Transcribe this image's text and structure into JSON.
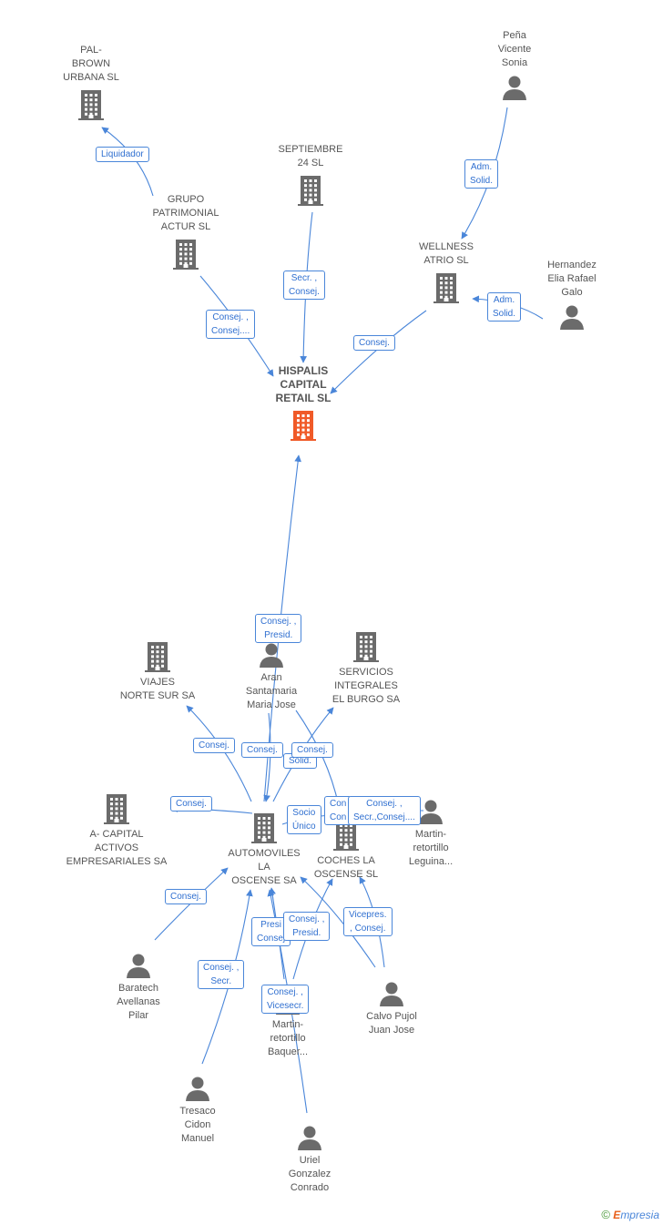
{
  "colors": {
    "edge": "#4a86d9",
    "node_gray": "#6b6b6b",
    "focus": "#f05a28",
    "badge_text": "#2f6fd0"
  },
  "nodes": [
    {
      "id": "pal",
      "kind": "company",
      "lines": [
        "PAL-",
        "BROWN",
        "URBANA SL"
      ]
    },
    {
      "id": "grupo",
      "kind": "company",
      "lines": [
        "GRUPO",
        "PATRIMONIAL",
        "ACTUR SL"
      ]
    },
    {
      "id": "sept",
      "kind": "company",
      "lines": [
        "SEPTIEMBRE",
        "24  SL"
      ]
    },
    {
      "id": "pena",
      "kind": "person",
      "lines": [
        "Peña",
        "Vicente",
        "Sonia"
      ]
    },
    {
      "id": "wellness",
      "kind": "company",
      "lines": [
        "WELLNESS",
        "ATRIO SL"
      ]
    },
    {
      "id": "hernandez",
      "kind": "person",
      "lines": [
        "Hernandez",
        "Elia Rafael",
        "Galo"
      ]
    },
    {
      "id": "hispalis",
      "kind": "focus",
      "lines": [
        "HISPALIS",
        "CAPITAL",
        "RETAIL  SL"
      ]
    },
    {
      "id": "viajes",
      "kind": "company",
      "lines": [
        "VIAJES",
        "NORTE SUR SA"
      ]
    },
    {
      "id": "aran",
      "kind": "person",
      "lines": [
        "Aran",
        "Santamaria",
        "Maria Jose"
      ]
    },
    {
      "id": "servicios",
      "kind": "company",
      "lines": [
        "SERVICIOS",
        "INTEGRALES",
        "EL BURGO SA"
      ]
    },
    {
      "id": "acapital",
      "kind": "company",
      "lines": [
        "A- CAPITAL",
        "ACTIVOS",
        "EMPRESARIALES SA"
      ]
    },
    {
      "id": "automoviles",
      "kind": "company",
      "lines": [
        "AUTOMOVILES",
        "LA",
        "OSCENSE SA"
      ]
    },
    {
      "id": "coches",
      "kind": "company",
      "lines": [
        "COCHES LA",
        "OSCENSE SL"
      ]
    },
    {
      "id": "martinleg",
      "kind": "person",
      "lines": [
        "Martin-",
        "retortillo",
        "Leguina..."
      ]
    },
    {
      "id": "baratech",
      "kind": "person",
      "lines": [
        "Baratech",
        "Avellanas",
        "Pilar"
      ]
    },
    {
      "id": "calvo",
      "kind": "person",
      "lines": [
        "Calvo Pujol",
        "Juan Jose"
      ]
    },
    {
      "id": "martinbaq",
      "kind": "person",
      "lines": [
        "Martin-",
        "retortillo",
        "Baquer..."
      ]
    },
    {
      "id": "tresaco",
      "kind": "person",
      "lines": [
        "Tresaco",
        "Cidon",
        "Manuel"
      ]
    },
    {
      "id": "uriel",
      "kind": "person",
      "lines": [
        "Uriel",
        "Gonzalez",
        "Conrado"
      ]
    }
  ],
  "badges": [
    {
      "id": "b1",
      "lines": [
        "Liquidador"
      ]
    },
    {
      "id": "b2",
      "lines": [
        "Adm.",
        "Solid."
      ]
    },
    {
      "id": "b3",
      "lines": [
        "Secr. ,",
        "Consej."
      ]
    },
    {
      "id": "b4",
      "lines": [
        "Adm.",
        "Solid."
      ]
    },
    {
      "id": "b5",
      "lines": [
        "Consej. ,",
        "Consej...."
      ]
    },
    {
      "id": "b6",
      "lines": [
        "Consej."
      ]
    },
    {
      "id": "b7",
      "lines": [
        "Consej. ,",
        "Presid."
      ]
    },
    {
      "id": "b8",
      "lines": [
        "Consej."
      ]
    },
    {
      "id": "b9",
      "lines": [
        "Consej."
      ]
    },
    {
      "id": "b10",
      "lines": [
        "Solid."
      ]
    },
    {
      "id": "b11",
      "lines": [
        "Consej."
      ]
    },
    {
      "id": "b12",
      "lines": [
        "Consej."
      ]
    },
    {
      "id": "b13",
      "lines": [
        "Socio",
        "Único"
      ]
    },
    {
      "id": "b14",
      "lines": [
        "Con",
        "Con"
      ]
    },
    {
      "id": "b15",
      "lines": [
        "Consej. ,",
        "Secr.,Consej...."
      ]
    },
    {
      "id": "b16",
      "lines": [
        "Consej."
      ]
    },
    {
      "id": "b17",
      "lines": [
        "Presi",
        "Consej"
      ]
    },
    {
      "id": "b18",
      "lines": [
        "Consej. ,",
        "Presid."
      ]
    },
    {
      "id": "b19",
      "lines": [
        "Vicepres.",
        ", Consej."
      ]
    },
    {
      "id": "b20",
      "lines": [
        "Consej. ,",
        "Secr."
      ]
    },
    {
      "id": "b21",
      "lines": [
        "Consej. ,",
        "Vicesecr."
      ]
    }
  ],
  "brand": {
    "symbol": "©",
    "initial": "E",
    "rest": "mpresia"
  }
}
